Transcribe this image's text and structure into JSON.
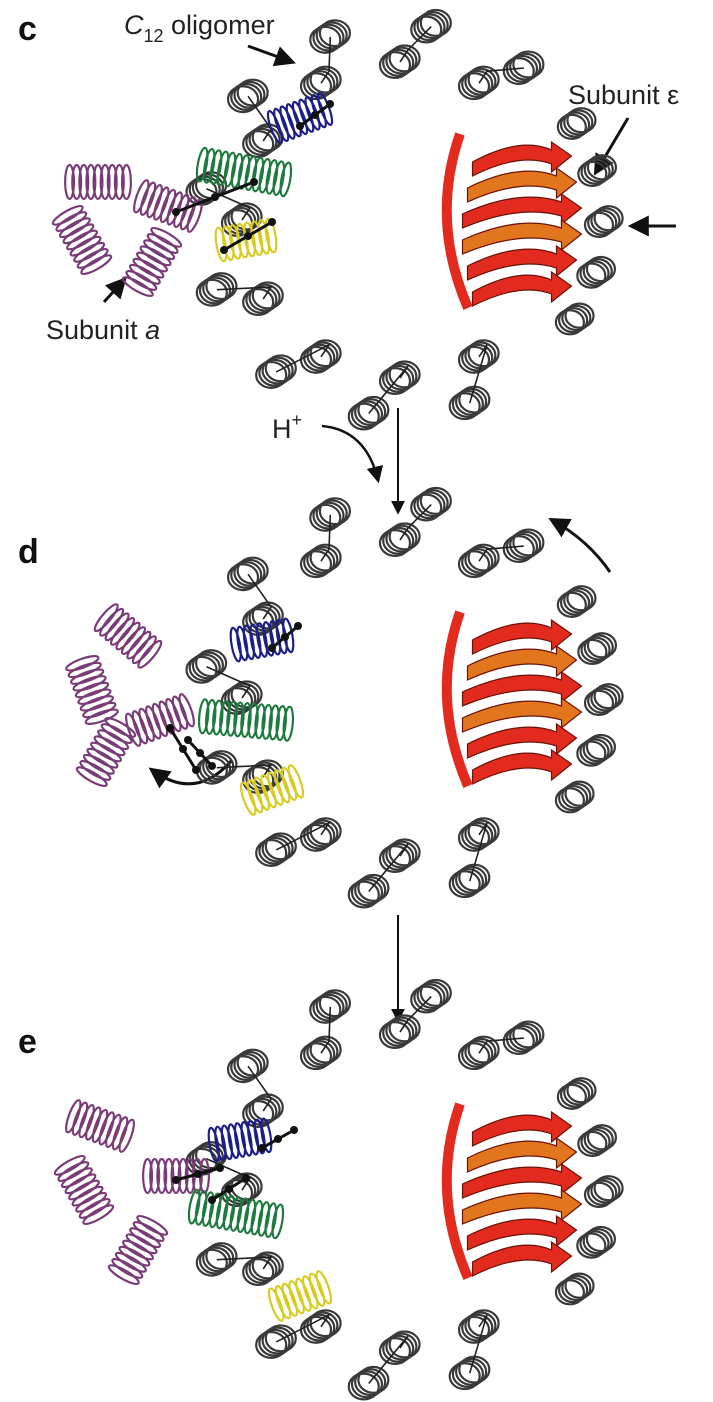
{
  "panels": [
    {
      "letter": "c"
    },
    {
      "letter": "d"
    },
    {
      "letter": "e"
    }
  ],
  "labels": {
    "oligomer_prefix": "C",
    "oligomer_sub": "12",
    "oligomer_suffix": " oligomer",
    "subunit_epsilon": "Subunit ε",
    "subunit_a_prefix": "Subunit ",
    "subunit_a_italic": "a",
    "proton_base": "H",
    "proton_sup": "+"
  },
  "colors": {
    "ring_helix": "#3a3a3a",
    "subunit_a": "#7a3c78",
    "blue_helix": "#1c1f86",
    "green_helix": "#1f7a3f",
    "yellow_helix": "#d8cc22",
    "sheet_red": "#e22b1e",
    "sheet_orange": "#e2761e",
    "arrow": "#111111"
  }
}
